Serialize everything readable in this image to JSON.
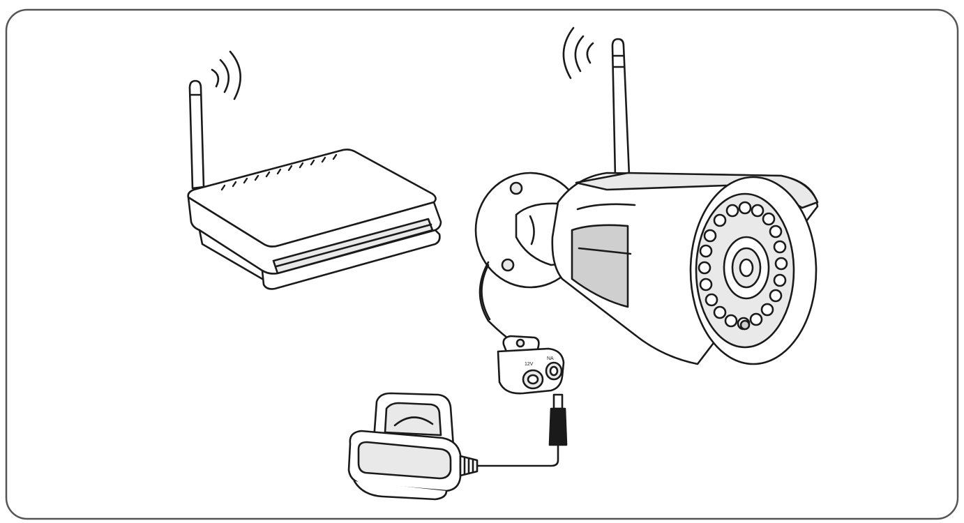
{
  "diagram": {
    "components": [
      {
        "id": "router",
        "icon": "router-icon"
      },
      {
        "id": "router-signal",
        "icon": "wifi-signal-icon"
      },
      {
        "id": "camera",
        "icon": "bullet-camera-icon"
      },
      {
        "id": "camera-signal",
        "icon": "wifi-signal-icon"
      },
      {
        "id": "splitter",
        "icon": "dc-splitter-icon"
      },
      {
        "id": "power-adapter",
        "icon": "power-adapter-icon"
      }
    ],
    "connections": [
      {
        "from": "camera",
        "to": "splitter",
        "kind": "cable"
      },
      {
        "from": "power-adapter",
        "to": "splitter",
        "kind": "dc-plug-cable"
      }
    ],
    "splitter_port_labels": [
      "12V",
      "NA"
    ],
    "colors": {
      "line": "#1a1a1a",
      "frame": "#555555",
      "fill": "#ffffff"
    }
  }
}
